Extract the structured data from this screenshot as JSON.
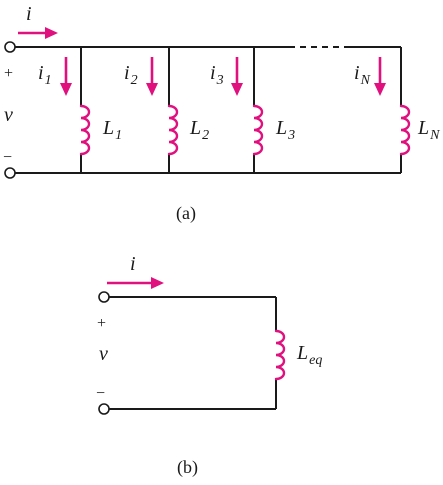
{
  "circuit_a": {
    "current_label": "i",
    "voltage_label": "v",
    "plus_sign": "+",
    "minus_sign": "−",
    "branches": [
      {
        "current": "i",
        "current_sub": "1",
        "inductor": "L",
        "inductor_sub": "1"
      },
      {
        "current": "i",
        "current_sub": "2",
        "inductor": "L",
        "inductor_sub": "2"
      },
      {
        "current": "i",
        "current_sub": "3",
        "inductor": "L",
        "inductor_sub": "3"
      },
      {
        "current": "i",
        "current_sub": "N",
        "inductor": "L",
        "inductor_sub": "N"
      }
    ],
    "caption": "(a)"
  },
  "circuit_b": {
    "current_label": "i",
    "voltage_label": "v",
    "plus_sign": "+",
    "minus_sign": "−",
    "inductor": "L",
    "inductor_sub": "eq",
    "caption": "(b)"
  },
  "colors": {
    "wire": "#1a1a1a",
    "accent": "#e0107e"
  }
}
